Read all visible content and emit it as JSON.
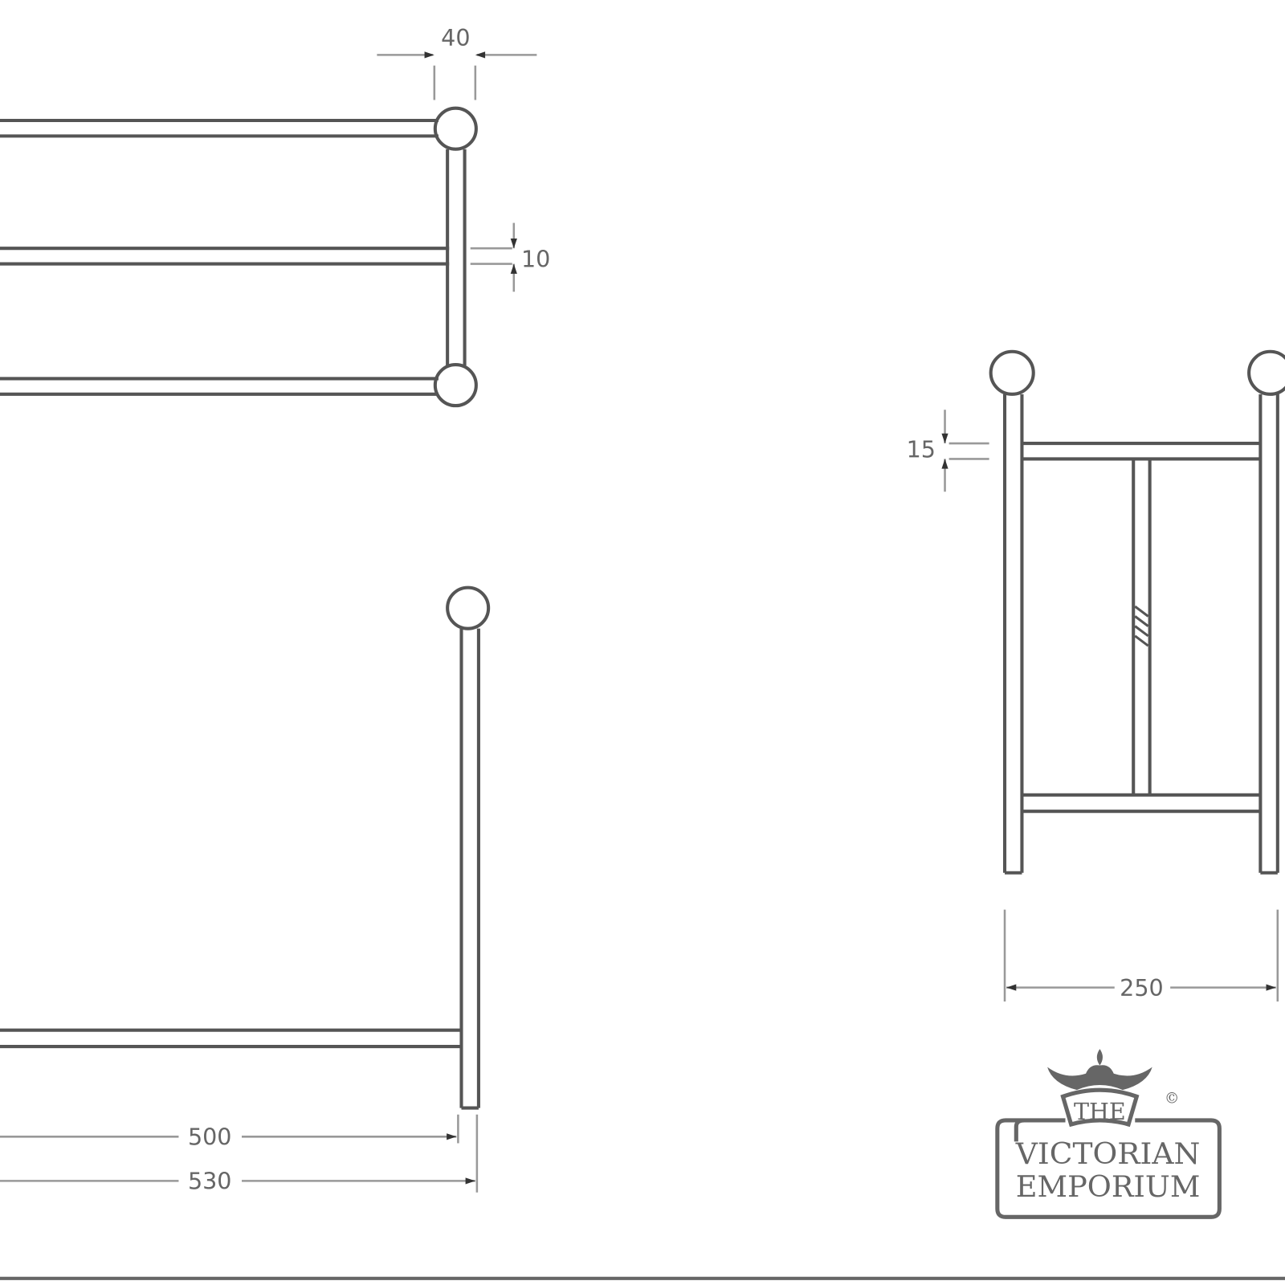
{
  "drawing": {
    "dimensions": {
      "ball_diameter": "40",
      "rail_diameter": "10",
      "side_rail_diameter": "15",
      "depth": "250",
      "inner_width": "500",
      "overall_width": "530"
    },
    "views": [
      "top-view",
      "front-view",
      "side-view"
    ]
  },
  "logo": {
    "line1": "THE",
    "line2": "VICTORIAN",
    "line3": "EMPORIUM",
    "copyright": "©"
  },
  "colors": {
    "line": "#555555",
    "dimension": "#999999",
    "logo": "#666666"
  }
}
